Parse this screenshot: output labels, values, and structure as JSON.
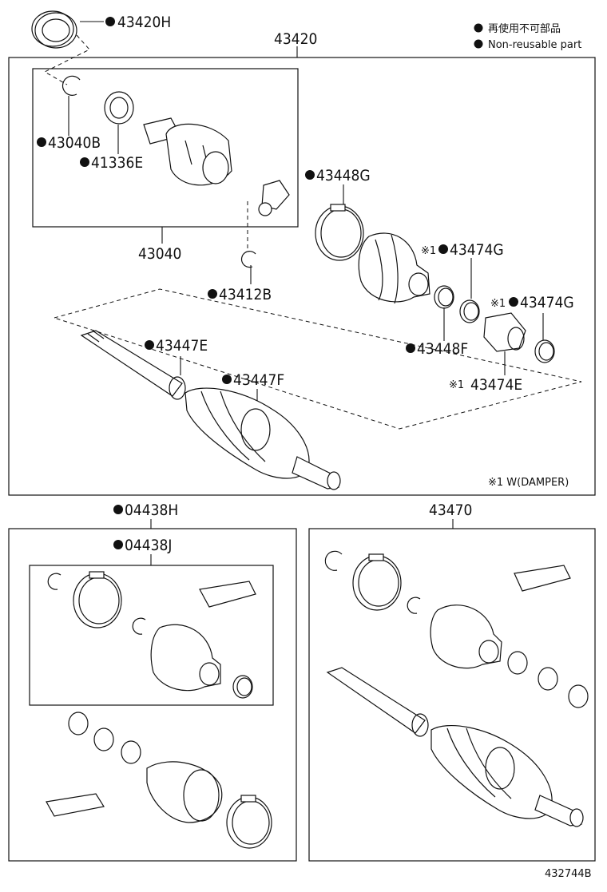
{
  "legend": {
    "line_jp": "再使用不可部品",
    "line_en": "Non-reusable part"
  },
  "footnote": "※1 W(DAMPER)",
  "figure_id": "432744B",
  "labels": {
    "p43420H": "43420H",
    "p43420": "43420",
    "p43040B": "43040B",
    "p41336E": "41336E",
    "p43448G": "43448G",
    "p43040": "43040",
    "p43474G_a": "43474G",
    "p43412B": "43412B",
    "p43474G_b": "43474G",
    "p43447E": "43447E",
    "p43448F": "43448F",
    "p43447F": "43447F",
    "p43474E": "43474E",
    "p04438H": "04438H",
    "p43470": "43470",
    "p04438J": "04438J"
  },
  "marks": {
    "ref": "※1"
  }
}
